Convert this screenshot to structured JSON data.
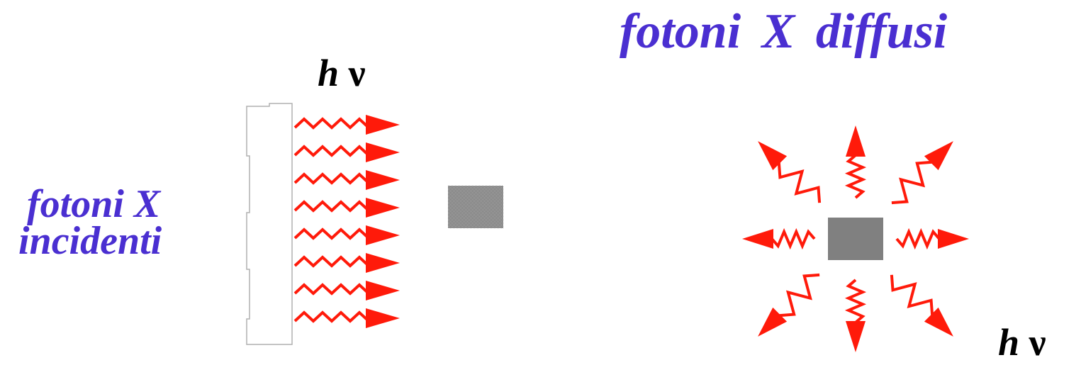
{
  "labels": {
    "incident_line1": "fotoni  X",
    "incident_line2": "incidenti",
    "scattered": "fotoni  X  diffusi",
    "photon_symbol_h": "h",
    "photon_symbol_nu": "ν"
  },
  "colors": {
    "label_text": "#4a2fd1",
    "photon_arrow": "#ff1a0a",
    "sample": "#808080",
    "sample_incident": "#8c8c8c",
    "beam_outline": "#b0b0b0"
  },
  "diagram": {
    "incident_photon_count": 8,
    "scattered_photon_count": 8,
    "icons": [
      "photon-wave-arrow",
      "sample-block"
    ]
  }
}
